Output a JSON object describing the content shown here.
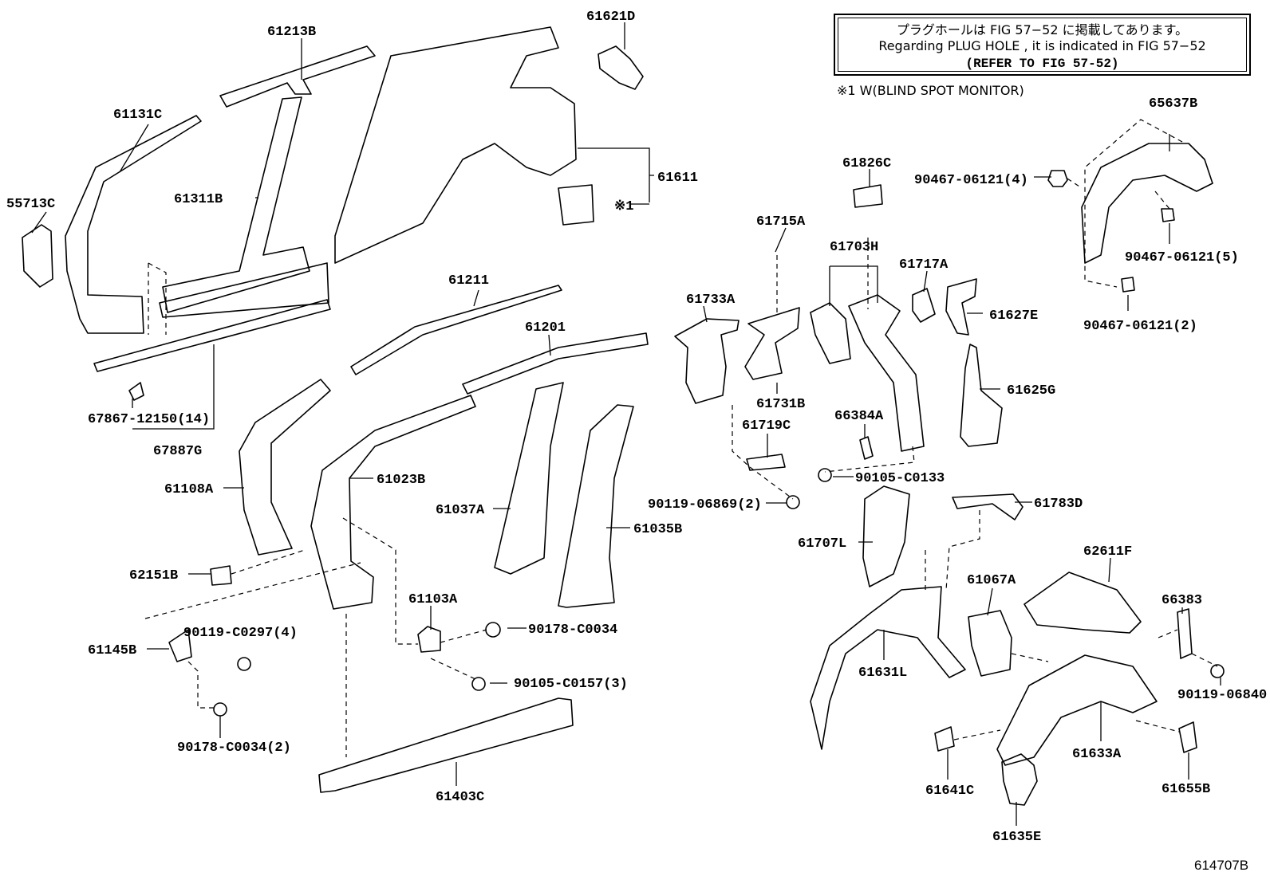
{
  "note": {
    "jp": "プラグホールは FIG  57−52 に掲載してあります。",
    "en": "Regarding  PLUG  HOLE , it is indicated in  FIG  57−52",
    "ref": "(REFER TO FIG 57-52)"
  },
  "footnote": "※1 W(BLIND SPOT MONITOR)",
  "mark1": "※1",
  "figure_number": "614707B",
  "labels": {
    "p61213B": "61213B",
    "p61621D": "61621D",
    "p61131C": "61131C",
    "p61311B": "61311B",
    "p55713C": "55713C",
    "p61611": "61611",
    "p61211": "61211",
    "p61201": "61201",
    "p67867": "67867-12150(14)",
    "p67887G": "67887G",
    "p61108A": "61108A",
    "p61023B": "61023B",
    "p61037A": "61037A",
    "p61035B": "61035B",
    "p62151B": "62151B",
    "p61103A": "61103A",
    "p90178a": "90178-C0034",
    "p90119c": "90119-C0297(4)",
    "p61145B": "61145B",
    "p90105b": "90105-C0157(3)",
    "p90178b": "90178-C0034(2)",
    "p61403C": "61403C",
    "p61826C": "61826C",
    "p61715A": "61715A",
    "p61703H": "61703H",
    "p61717A": "61717A",
    "p61733A": "61733A",
    "p61627E": "61627E",
    "p61731B": "61731B",
    "p61625G": "61625G",
    "p61719C": "61719C",
    "p66384A": "66384A",
    "p90105a": "90105-C0133",
    "p90119a": "90119-06869(2)",
    "p61783D": "61783D",
    "p61707L": "61707L",
    "p62611F": "62611F",
    "p61067A": "61067A",
    "p66383": "66383",
    "p61631L": "61631L",
    "p90119b": "90119-06840",
    "p61633A": "61633A",
    "p61641C": "61641C",
    "p61655B": "61655B",
    "p61635E": "61635E",
    "p65637B": "65637B",
    "p90467a": "90467-06121(4)",
    "p90467b": "90467-06121(5)",
    "p90467c": "90467-06121(2)"
  }
}
